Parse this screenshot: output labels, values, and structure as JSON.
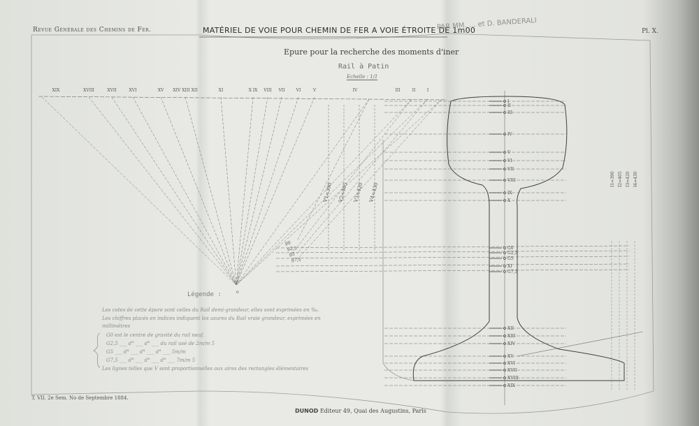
{
  "header": {
    "journal": "Revue Générale des Chemins de Fer.",
    "title": "MATÉRIEL DE VOIE POUR CHEMIN DE FER A VOIE ÉTROITE DE 1m00",
    "authors": "PAR MM. ... et D. BANDERALI",
    "plate": "Pl. X."
  },
  "drawing": {
    "title": "Epure pour la recherche des moments d'iner",
    "subtitle": "Rail à Patin",
    "scale": "Echelle : 1/1",
    "ray_labels": [
      "XIX",
      "XVIII",
      "XVII",
      "XVI",
      "XV",
      "XIV XIII XII",
      "XI",
      "X IX",
      "VIII",
      "VII",
      "VI",
      "V",
      "IV",
      "III",
      "II",
      "I"
    ],
    "section_labels": [
      "I",
      "II",
      "III",
      "IV",
      "V",
      "VI",
      "VII",
      "VIII",
      "IX",
      "X",
      "G0",
      "G2,5",
      "G5",
      "XI",
      "G7,5",
      "XII",
      "XIII",
      "XIV",
      "XV",
      "XVI",
      "XVII",
      "XVIII",
      "XIX"
    ],
    "moment_labels": [
      "V1=390",
      "V2=405",
      "V3=420",
      "V4=430"
    ],
    "g_labels": [
      "g0",
      "g2,5",
      "g5",
      "g7,5"
    ],
    "right_labels": [
      "I1=390",
      "I2=405",
      "I3=420",
      "I4=430"
    ]
  },
  "legend": {
    "title": "Légende :",
    "lines": [
      "Les cotes de cette épure sont celles du Rail demi-grandeur, elles sont exprimées en ‰.",
      "Les chiffres placés en indices indiquent les usures du Rail vraie grandeur, exprimées en",
      "millimètres",
      "G0 est le centre de gravité du rail neuf.",
      "G2,5 ___ d° ___ d° ___ du rail usé de 2m/m 5",
      "G5 ___ d° ___ d° ___ d° ___ 5m/m",
      "G7,5 ___ d° ___ d° ___ d° ___ 7m/m 5",
      "Les lignes telles que V sont proportionnelles aux aires des rectangles élémentaires"
    ]
  },
  "footer": {
    "issue": "T. VII. 2e Sem. No de Septembre 1884.",
    "publisher": "DUNOD",
    "address": "Editeur 49, Quai des Augustins, Paris"
  }
}
